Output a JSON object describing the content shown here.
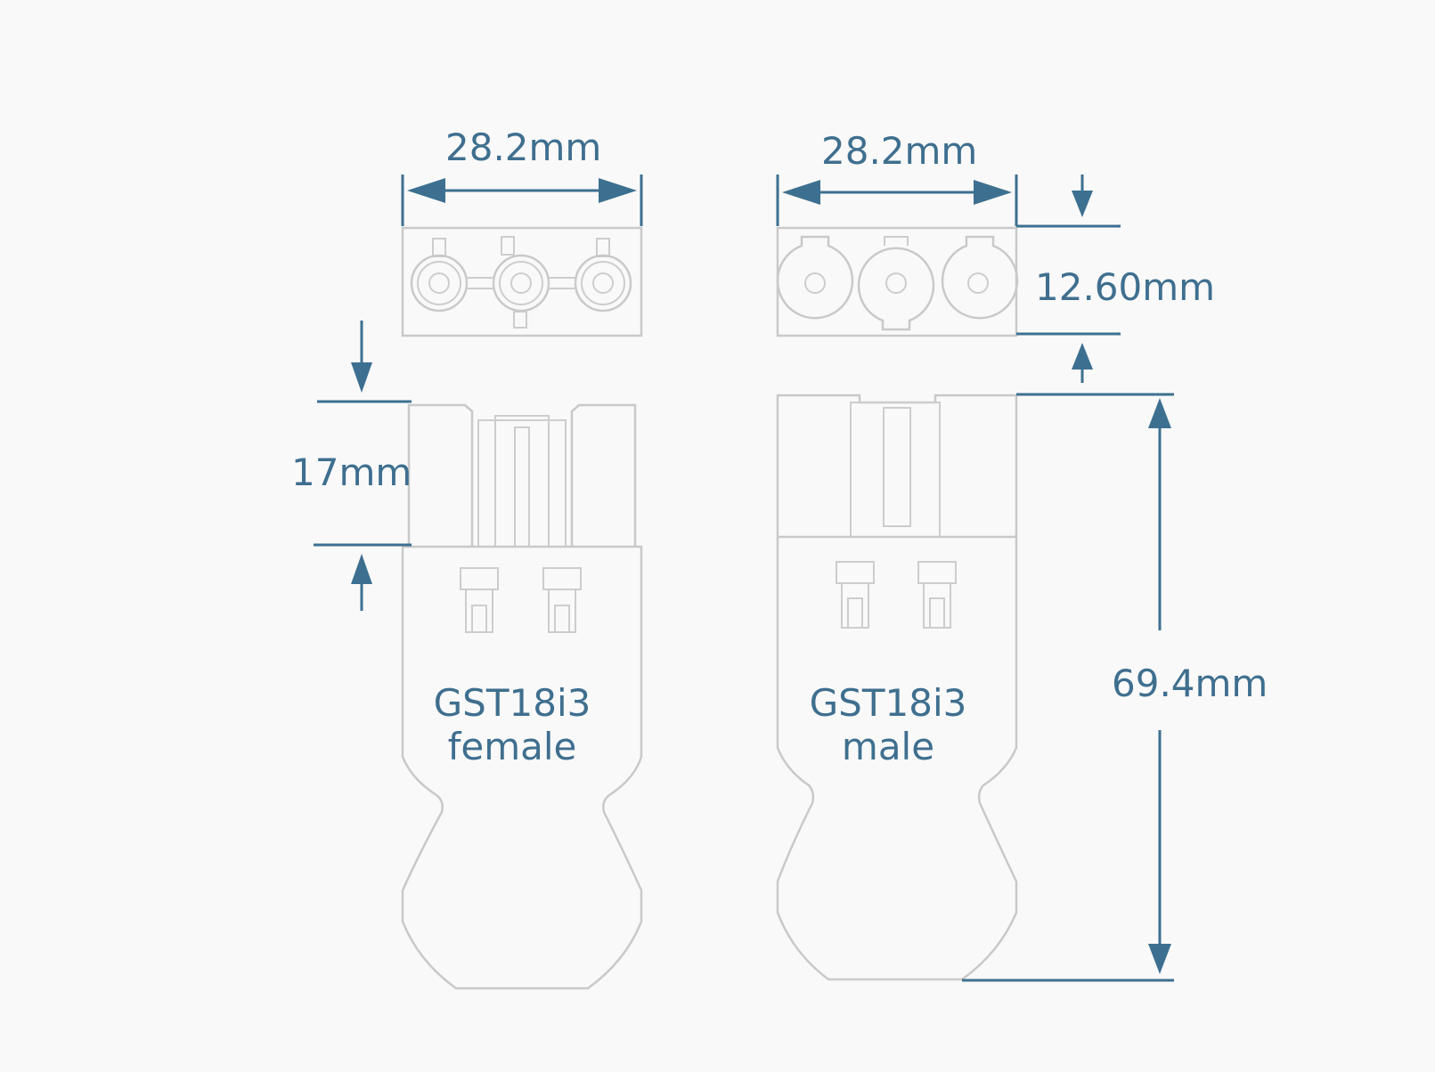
{
  "colors": {
    "background": "#f9f9f9",
    "dimension": "#3d7090",
    "text": "#3f6f8f",
    "outline": "#c9c9c9"
  },
  "dimensions": {
    "female_width": "28.2mm",
    "male_width": "28.2mm",
    "male_height": "12.60mm",
    "female_depth": "17mm",
    "male_length": "69.4mm"
  },
  "connectors": {
    "female": {
      "model": "GST18i3",
      "gender": "female"
    },
    "male": {
      "model": "GST18i3",
      "gender": "male"
    }
  }
}
